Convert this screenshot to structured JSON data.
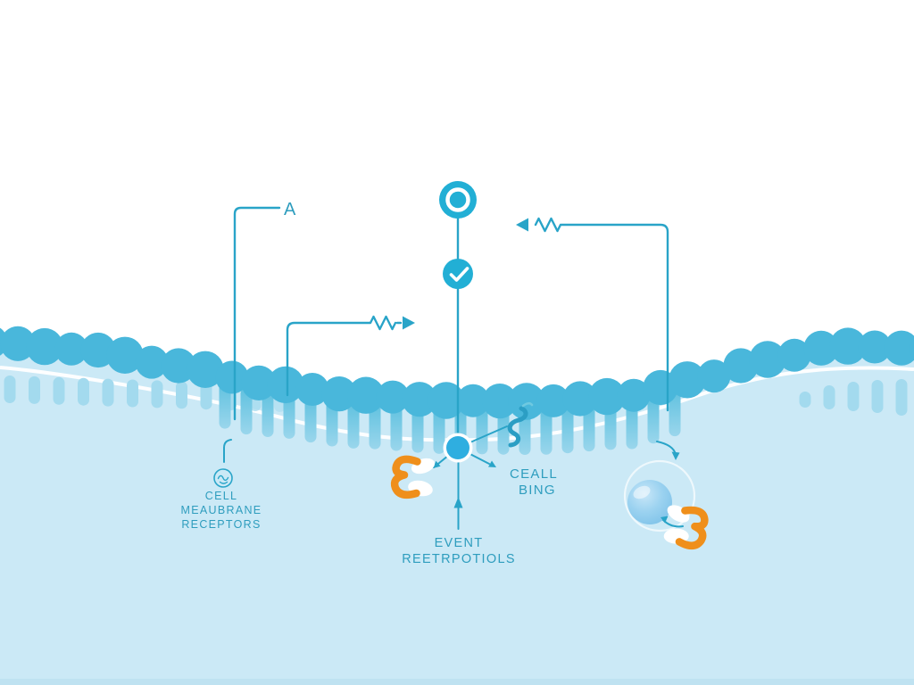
{
  "scene": {
    "annotation_letter": "A",
    "labels": {
      "receptors": {
        "line1": "CELL",
        "line2": "MEAUBRANE",
        "line3": "RECEPTORS"
      },
      "binding": {
        "line1": "CEALL",
        "line2": "BING"
      },
      "event": {
        "line1": "EVENT",
        "line2": "REETRPOTIOLS"
      }
    },
    "colors": {
      "accent_teal": "#29a4c8",
      "icon_teal": "#22afd5",
      "node_blue": "#2faee0",
      "text_teal": "#2e9dbe",
      "membrane_head": "#49b7db",
      "membrane_tail_top": "#5fc1df",
      "membrane_tail_bottom": "#9ad6ec",
      "side_bar": "#a3daee",
      "cytoplasm": "#cbe9f6",
      "cytoplasm_deep": "#bfe2f1",
      "orange": "#ef8f1b",
      "vesicle": "#7cc1e8",
      "vesicle_mid": "#9bd2f0",
      "vesicle_light": "#c9e7f8",
      "white": "#ffffff"
    }
  }
}
